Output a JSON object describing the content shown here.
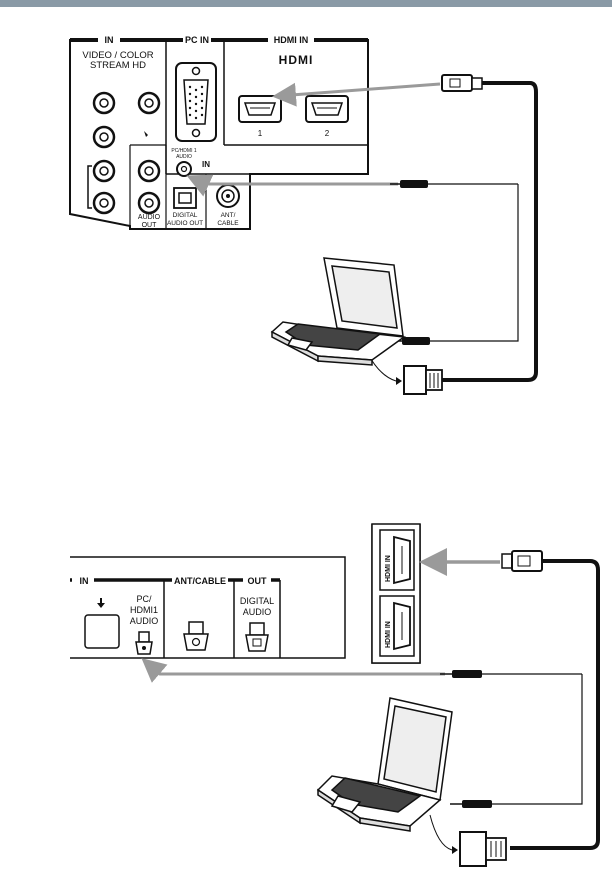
{
  "diagram1": {
    "panel": {
      "in_header": "IN",
      "video_color_line1": "VIDEO / COLOR",
      "video_color_line2": "STREAM HD",
      "pc_in_header": "PC IN",
      "hdmi_in_header": "HDMI IN",
      "hdmi_logo": "HDMI",
      "hdmi_port_1": "1",
      "hdmi_port_2": "2",
      "pc_hdmi1_audio_line1": "PC/HDMI 1",
      "pc_hdmi1_audio_line2": "AUDIO",
      "in_small": "IN",
      "audio_out_line1": "AUDIO",
      "audio_out_line2": "OUT",
      "digital_audio_out_line1": "DIGITAL",
      "digital_audio_out_line2": "AUDIO OUT",
      "ant_cable_line1": "ANT/",
      "ant_cable_line2": "CABLE"
    }
  },
  "diagram2": {
    "panel": {
      "in_header": "IN",
      "ant_cable_header": "ANT/CABLE",
      "out_header": "OUT",
      "pc_hdmi1_audio_line1": "PC/",
      "pc_hdmi1_audio_line2": "HDMI1",
      "pc_hdmi1_audio_line3": "AUDIO",
      "digital_audio_line1": "DIGITAL",
      "digital_audio_line2": "AUDIO",
      "hdmi_in_upper": "HDMI IN",
      "hdmi_in_lower": "HDMI IN"
    }
  },
  "colors": {
    "arrow_gray": "#9a9a9a",
    "line_black": "#111111",
    "top_bar": "#8a9aa6"
  }
}
